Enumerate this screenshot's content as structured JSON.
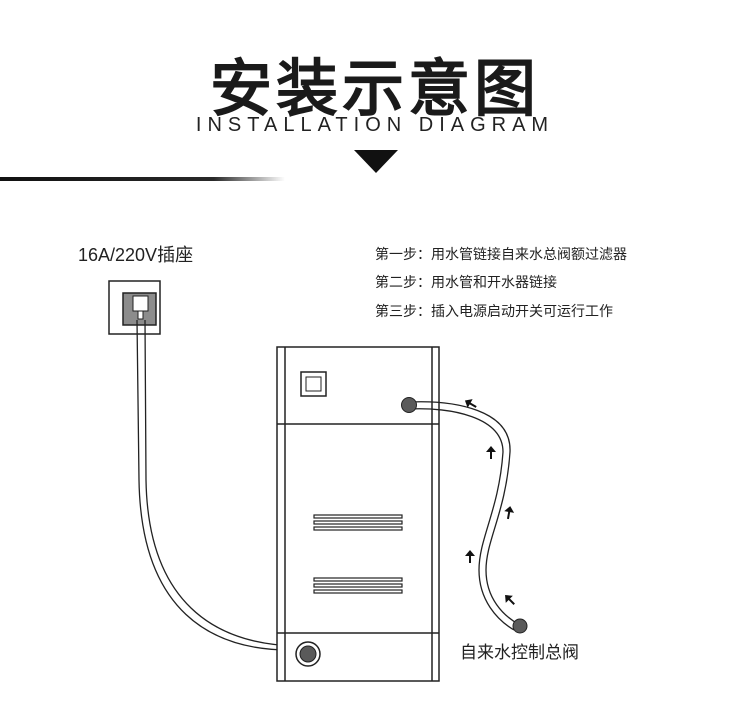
{
  "title": {
    "cn": "安装示意图",
    "en": "INSTALLATION DIAGRAM"
  },
  "socket_label": "16A/220V插座",
  "steps": [
    "第一步：用水管链接自来水总阀额过滤器",
    "第二步：用水管和开水器链接",
    "第三步：插入电源启动开关可运行工作"
  ],
  "valve_label": "自来水控制总阀",
  "colors": {
    "text": "#1a1a1a",
    "line": "#222222",
    "valve": "#5a5a5a",
    "socket_inner": "#8c8c8c"
  }
}
